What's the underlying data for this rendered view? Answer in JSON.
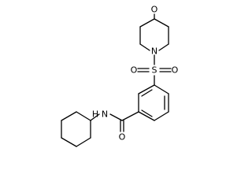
{
  "molecule": {
    "atoms": {
      "o_ring": "O",
      "n_ring": "N",
      "s": "S",
      "o_s_left": "O",
      "o_s_right": "O",
      "o_carbonyl": "O",
      "n_amide": "N",
      "h_amide": "H"
    }
  }
}
